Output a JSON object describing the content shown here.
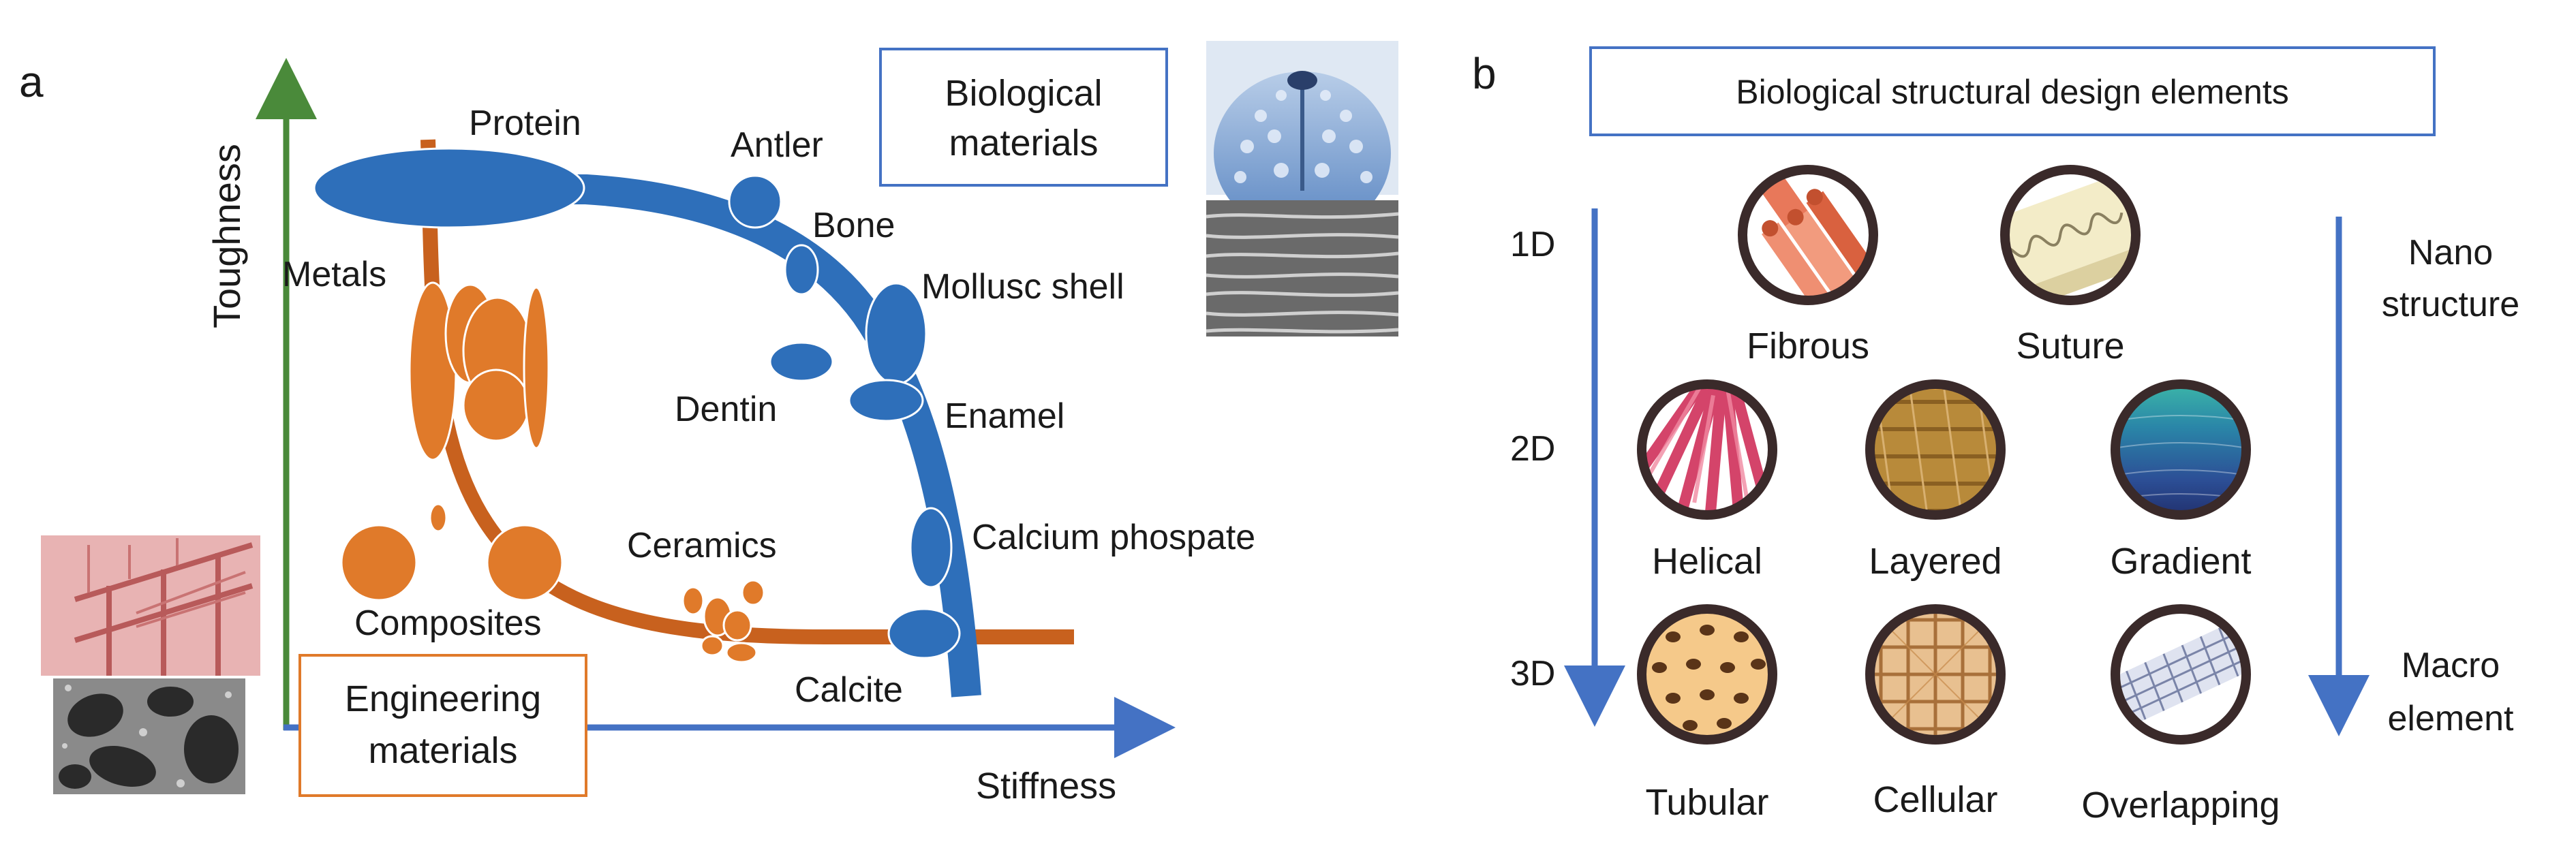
{
  "panel_a": {
    "panel_letter": "a",
    "y_axis_label": "Toughness",
    "x_axis_label": "Stiffness",
    "bio_box_lines": [
      "Biological",
      "materials"
    ],
    "eng_box_lines": [
      "Engineering",
      "materials"
    ],
    "labels": {
      "protein": "Protein",
      "antler": "Antler",
      "bone": "Bone",
      "mollusc": "Mollusc shell",
      "metals": "Metals",
      "dentin": "Dentin",
      "enamel": "Enamel",
      "ceramics": "Ceramics",
      "calcium": "Calcium phospate",
      "composites": "Composites",
      "calcite": "Calcite"
    },
    "colors": {
      "bio": "#2e6fba",
      "eng": "#e07a2a",
      "eng_curve": "#c8611e",
      "y_axis": "#4a8a3a",
      "x_axis": "#4472c4"
    }
  },
  "panel_b": {
    "panel_letter": "b",
    "title": "Biological structural design elements",
    "dims": [
      "1D",
      "2D",
      "3D"
    ],
    "right_top_lines": [
      "Nano",
      "structure"
    ],
    "right_bottom_lines": [
      "Macro",
      "element"
    ],
    "elements": [
      {
        "label": "Fibrous",
        "icon": "fibrous-icon"
      },
      {
        "label": "Suture",
        "icon": "suture-icon"
      },
      {
        "label": "Helical",
        "icon": "helical-icon"
      },
      {
        "label": "Layered",
        "icon": "layered-icon"
      },
      {
        "label": "Gradient",
        "icon": "gradient-icon"
      },
      {
        "label": "Tubular",
        "icon": "tubular-icon"
      },
      {
        "label": "Cellular",
        "icon": "cellular-icon"
      },
      {
        "label": "Overlapping",
        "icon": "overlapping-icon"
      }
    ],
    "colors": {
      "arrow": "#4472c4",
      "ring": "#3a2a2a"
    }
  }
}
